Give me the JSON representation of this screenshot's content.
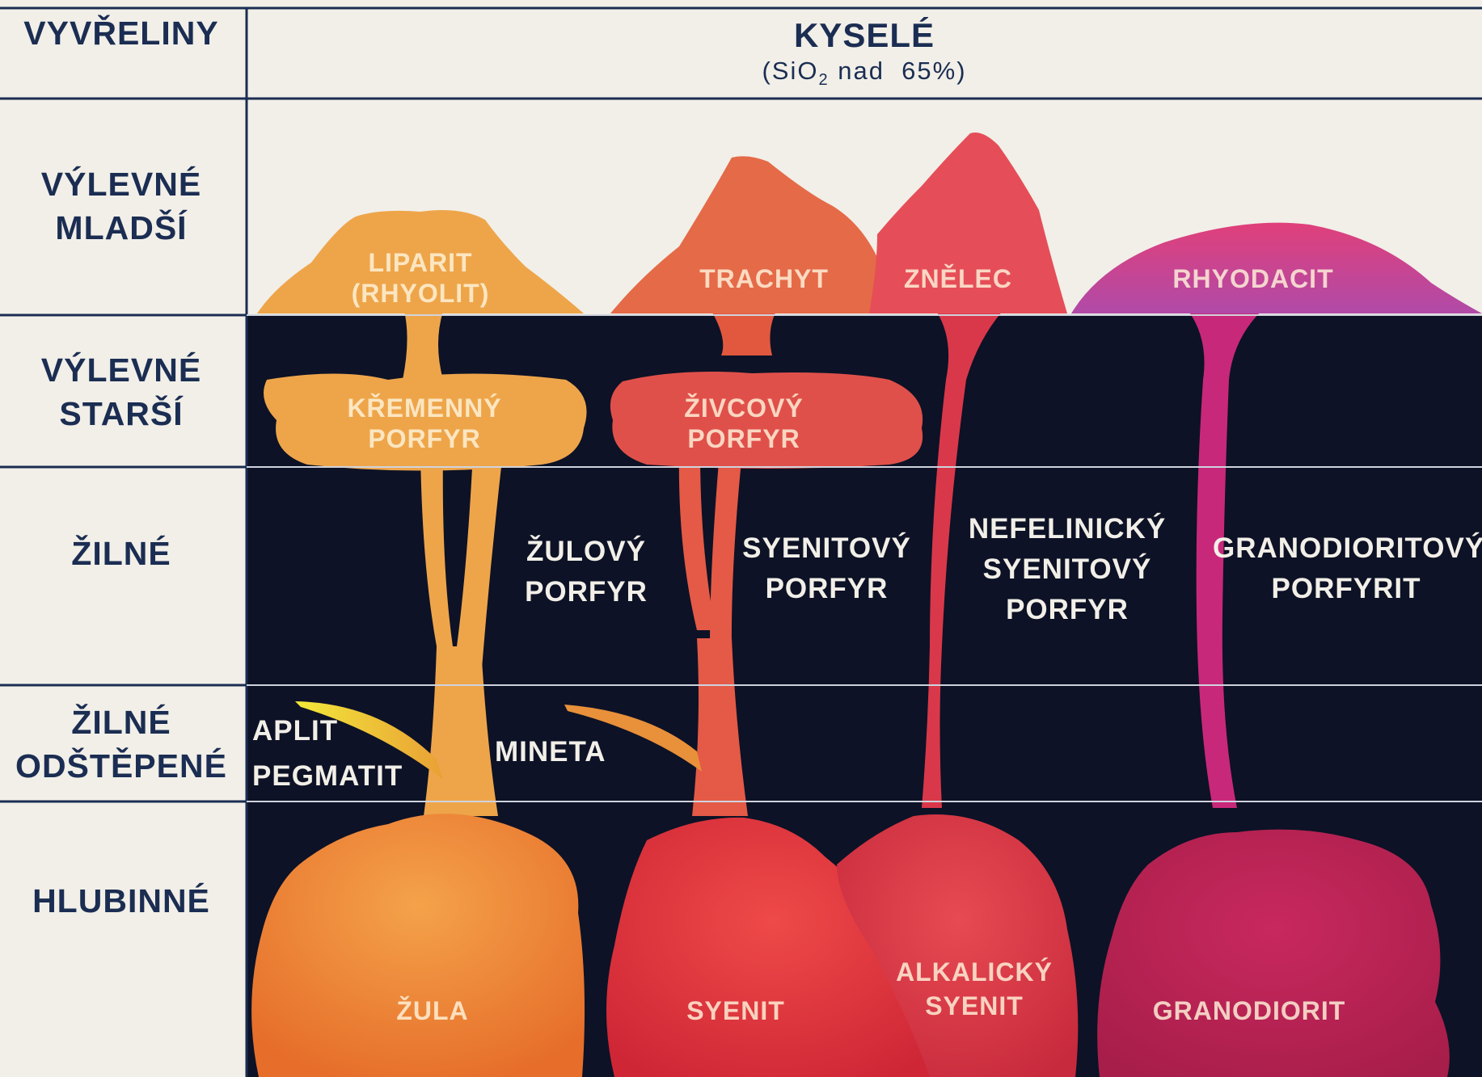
{
  "header": {
    "corner_label": "VYVŘELINY",
    "title": "KYSELÉ",
    "subtitle_pre": "(SiO",
    "subtitle_sub": "2",
    "subtitle_post": " nad  65%)"
  },
  "rows": [
    {
      "lines": [
        "VÝLEVNÉ",
        "MLADŠÍ"
      ]
    },
    {
      "lines": [
        "VÝLEVNÉ",
        "STARŠÍ"
      ]
    },
    {
      "lines": [
        "ŽILNÉ"
      ]
    },
    {
      "lines": [
        "ŽILNÉ",
        "ODŠTĚPENÉ"
      ]
    },
    {
      "lines": [
        "HLUBINNÉ"
      ]
    }
  ],
  "rocks": {
    "liparit": [
      "LIPARIT",
      "(RHYOLIT)"
    ],
    "trachyt": "TRACHYT",
    "znelec": "ZNĚLEC",
    "rhyodacit": "RHYODACIT",
    "kremenny_porfyr": [
      "KŘEMENNÝ",
      "PORFYR"
    ],
    "zivcovy_porfyr": [
      "ŽIVCOVÝ",
      "PORFYR"
    ],
    "zulovy_porfyr": [
      "ŽULOVÝ",
      "PORFYR"
    ],
    "syenitovy_porfyr": [
      "SYENITOVÝ",
      "PORFYR"
    ],
    "nefelinicky_porfyr": [
      "NEFELINICKÝ",
      "SYENITOVÝ",
      "PORFYR"
    ],
    "granodioritovy_porfyrit": [
      "GRANODIORITOVÝ",
      "PORFYRIT"
    ],
    "aplit_pegmatit": [
      "APLIT",
      "PEGMATIT"
    ],
    "mineta": "MINETA",
    "zula": "ŽULA",
    "syenit": "SYENIT",
    "alkalicky_syenit": [
      "ALKALICKÝ",
      "SYENIT"
    ],
    "granodiorit": "GRANODIORIT"
  },
  "colors": {
    "paper": "#f1efe8",
    "ink": "#1b2d52",
    "underground": "#0d1226",
    "orange_light": "#eea54a",
    "orange_deep": "#e9762e",
    "red_orange": "#e2583e",
    "red": "#d8323e",
    "crimson": "#d42848",
    "magenta": "#c8286e",
    "aplit": "#e8d840"
  }
}
